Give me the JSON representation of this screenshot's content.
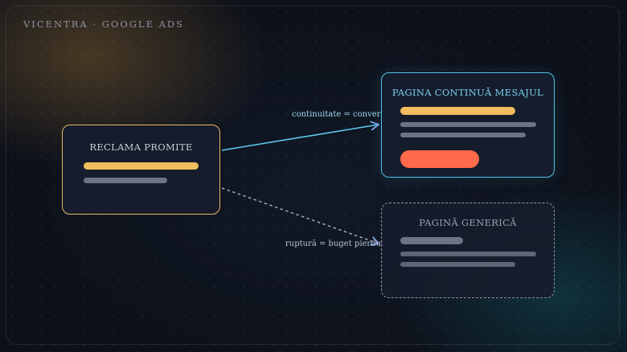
{
  "brand": "VICENTRA · GOOGLE ADS",
  "cards": {
    "ad": {
      "title": "RECLAMA PROMITE"
    },
    "continuation": {
      "title": "PAGINA CONTINUĂ MESAJUL"
    },
    "generic": {
      "title": "PAGINĂ GENERICĂ"
    }
  },
  "links": {
    "good": {
      "label": "continuitate = conversie"
    },
    "bad": {
      "label": "ruptură = buget pierdut"
    }
  },
  "colors": {
    "ad_border": "#e6b865",
    "continuation_border": "#4fc3e6",
    "generic_border": "#8e95a6",
    "highlight_bar": "#f2bd5e",
    "text_bar": "#6c7384",
    "cta": "#ff6a4a",
    "good_line": "#5ec8ea",
    "bad_line": "#a9b2c8",
    "arrowhead": "#7fa2e8"
  }
}
